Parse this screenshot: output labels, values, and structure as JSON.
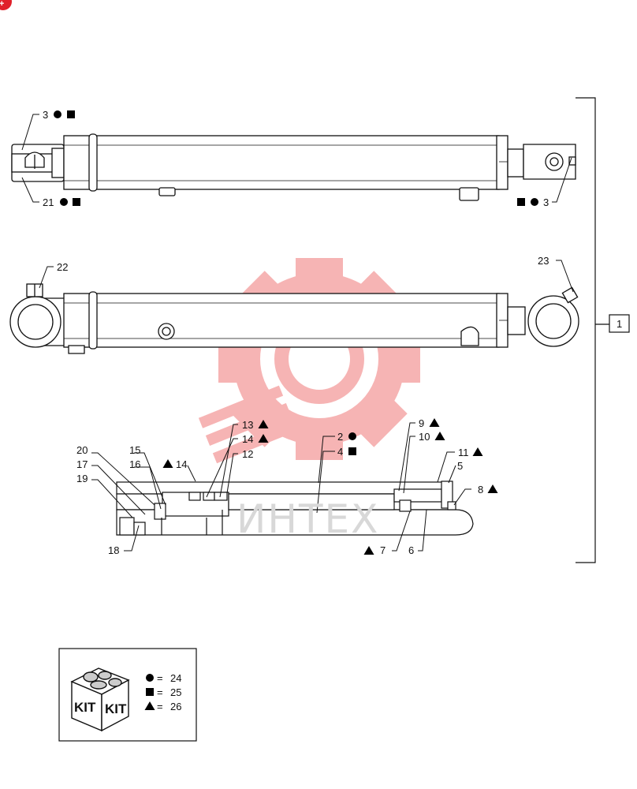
{
  "labels": {
    "l3a": "3",
    "l21": "21",
    "l3b": "3",
    "l22": "22",
    "l23": "23",
    "l1": "1",
    "l13": "13",
    "l14a": "14",
    "l14b": "14",
    "l12": "12",
    "l15": "15",
    "l16": "16",
    "l20": "20",
    "l17": "17",
    "l19": "19",
    "l18": "18",
    "l2": "2",
    "l4": "4",
    "l9": "9",
    "l10": "10",
    "l11": "11",
    "l5": "5",
    "l8": "8",
    "l7": "7",
    "l6": "6"
  },
  "kit": {
    "word": "KIT",
    "legend": [
      {
        "symbol": "circle",
        "eq": "=",
        "value": "24"
      },
      {
        "symbol": "square",
        "eq": "=",
        "value": "25"
      },
      {
        "symbol": "triangle",
        "eq": "=",
        "value": "26"
      }
    ]
  },
  "watermark": {
    "text": "ИНТЕХ",
    "color": "#f2a0a0"
  },
  "icons": {
    "corner": "red-badge-icon",
    "circle": "filled-circle-icon",
    "square": "filled-square-icon",
    "triangle": "filled-triangle-icon"
  }
}
